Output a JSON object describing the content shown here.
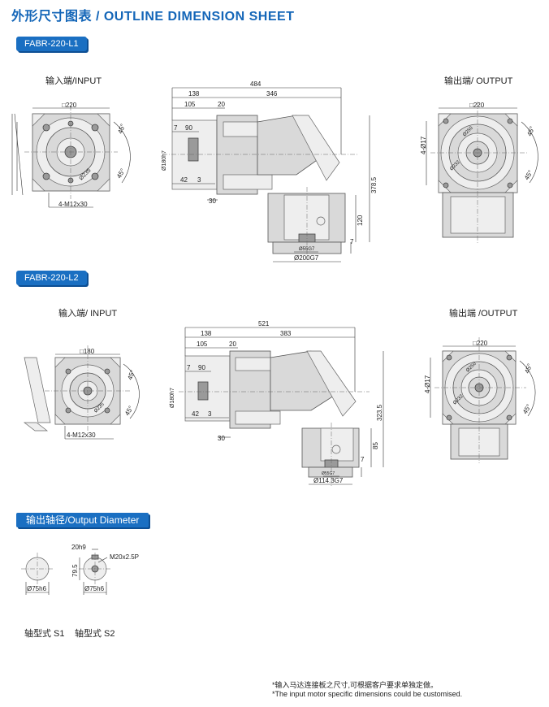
{
  "header": {
    "title": "外形尺寸图表 / OUTLINE DIMENSION SHEET"
  },
  "section1": {
    "tag": "FABR-220-L1",
    "input_label": "输入端/INPUT",
    "output_label": "输出端/ OUTPUT",
    "input_dims": {
      "square": "□220",
      "angle1": "45°",
      "angle2": "45°",
      "dia": "Ø235",
      "bolt": "4-M12x30"
    },
    "side_dims": {
      "d484": "484",
      "d138": "138",
      "d346": "346",
      "d105": "105",
      "d20": "20",
      "d7": "7",
      "d90": "90",
      "d180": "Ø180h7",
      "d42": "42",
      "d3": "3",
      "d30": "30",
      "d378": "378.5",
      "d120": "120",
      "d7b": "7",
      "d55": "Ø55G7",
      "d200": "Ø200G7"
    },
    "output_dims": {
      "square": "□220",
      "holes": "4-Ø17",
      "angle1": "45°",
      "angle2": "45°",
      "dia1": "Ø250",
      "dia2": "Ø232"
    }
  },
  "section2": {
    "tag": "FABR-220-L2",
    "input_label": "输入端/ INPUT",
    "output_label": "输出端 /OUTPUT",
    "input_dims": {
      "square": "□180",
      "angle1": "45°",
      "angle2": "45°",
      "dia": "Ø235",
      "bolt": "4-M12x30"
    },
    "side_dims": {
      "d521": "521",
      "d138": "138",
      "d383": "383",
      "d105": "105",
      "d20": "20",
      "d7": "7",
      "d90": "90",
      "d180": "Ø180h7",
      "d42": "42",
      "d3": "3",
      "d30": "30",
      "d323": "323.5",
      "d85": "85",
      "d7b": "7",
      "d55": "Ø55G7",
      "d114": "Ø114.3G7"
    },
    "output_dims": {
      "square": "□220",
      "holes": "4-Ø17",
      "angle1": "45°",
      "angle2": "45°",
      "dia1": "Ø250",
      "dia2": "Ø232"
    }
  },
  "section3": {
    "tag": "输出轴径/Output Diameter",
    "s1": {
      "dia": "Ø75h6",
      "label": "轴型式 S1"
    },
    "s2": {
      "key": "20h9",
      "thread": "M20x2.5P",
      "height": "79.5",
      "dia": "Ø75h6",
      "label": "轴型式 S2"
    }
  },
  "footnote": {
    "cn": "*输入马达连接板之尺寸,可根据客户要求单独定做。",
    "en": "*The input motor specific dimensions could be customised."
  }
}
